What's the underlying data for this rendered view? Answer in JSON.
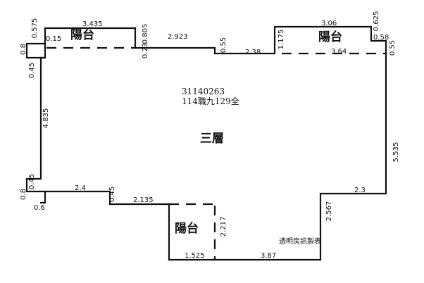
{
  "rooms": {
    "main_floor": "三層",
    "balcony_left": "陽台",
    "balcony_right": "陽台",
    "balcony_bottom": "陽台"
  },
  "building_code": "31140263",
  "lot_code": "114職九129全",
  "maker_text": "透明房訊製表",
  "dimensions": {
    "d_3_435": "3.435",
    "d_0_575": "0.575",
    "d_0_15": "0.15",
    "d_0_805": "0.805",
    "d_0_23": "0.23",
    "d_2_923": "2.923",
    "d_0_55_top": "0.55",
    "d_2_38": "2.38",
    "d_1_175": "1.175",
    "d_3_06": "3.06",
    "d_0_625": "0.625",
    "d_0_58": "0.58",
    "d_0_55_right": "0.55",
    "d_3_64": "3.64",
    "d_0_8_top": "0.8",
    "d_0_45_a": "0.45",
    "d_4_835": "4.835",
    "d_0_45_b": "0.45",
    "d_0_8_bottom": "0.8",
    "d_0_6": "0.6",
    "d_2_4": "2.4",
    "d_0_45_c": "0.45",
    "d_2_135": "2.135",
    "d_2_217": "2.217",
    "d_1_525": "1.525",
    "d_3_87": "3.87",
    "d_2_567": "2.567",
    "d_2_3": "2.3",
    "d_5_535": "5.535"
  }
}
